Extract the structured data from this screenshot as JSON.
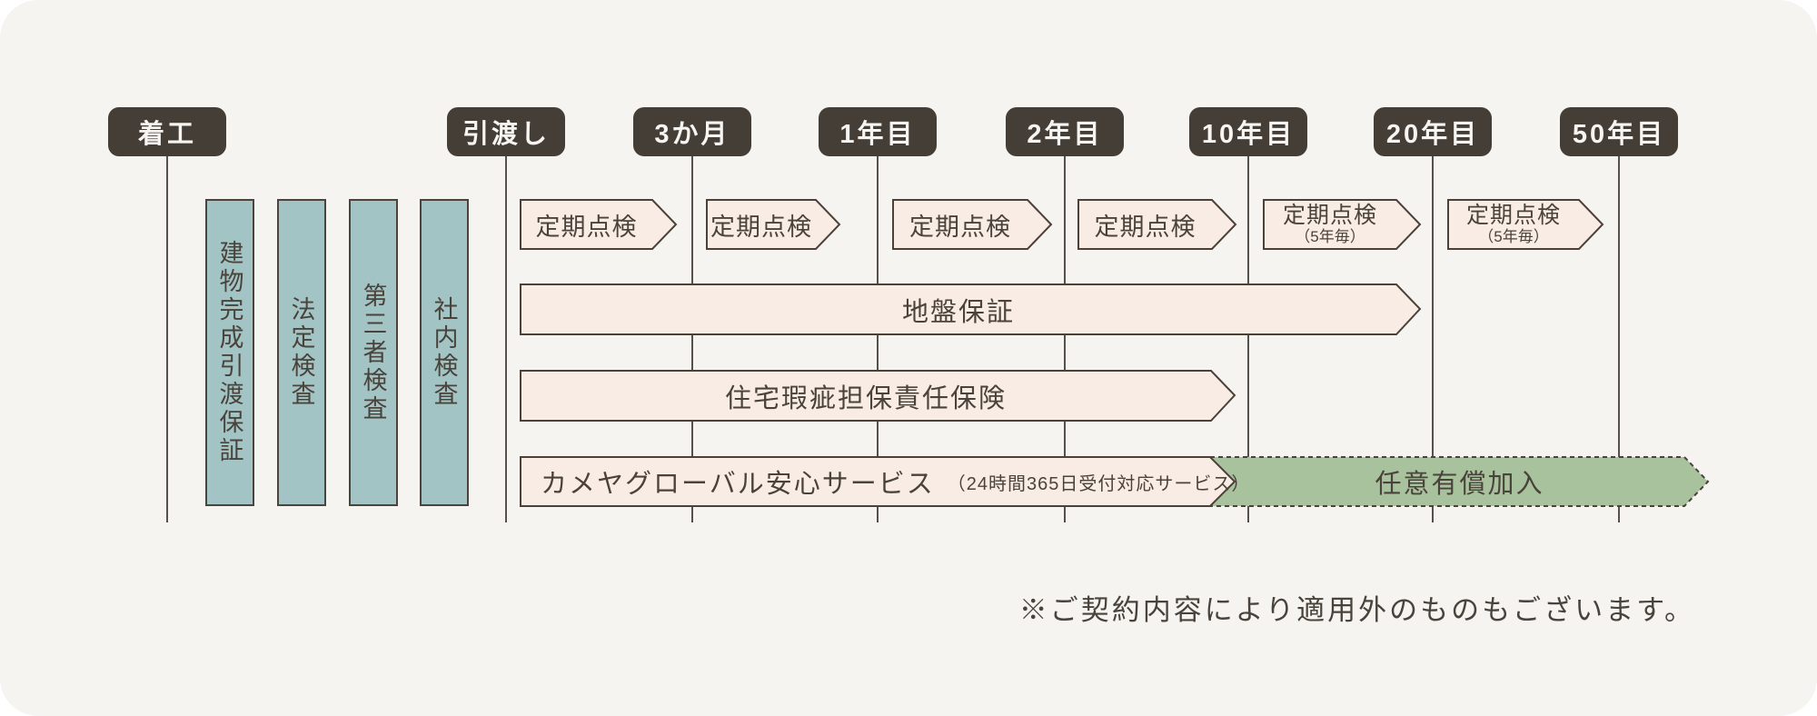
{
  "milestones": [
    {
      "label": "着工"
    },
    {
      "label": "引渡し"
    },
    {
      "label": "3か月"
    },
    {
      "label": "1年目"
    },
    {
      "label": "2年目"
    },
    {
      "label": "10年目"
    },
    {
      "label": "20年目"
    },
    {
      "label": "50年目"
    }
  ],
  "inspection_bars": [
    {
      "label": "建物完成引渡保証"
    },
    {
      "label": "法定検査"
    },
    {
      "label": "第三者検査"
    },
    {
      "label": "社内検査"
    }
  ],
  "periodic_inspections": [
    {
      "label": "定期点検",
      "sublabel": ""
    },
    {
      "label": "定期点検",
      "sublabel": ""
    },
    {
      "label": "定期点検",
      "sublabel": ""
    },
    {
      "label": "定期点検",
      "sublabel": ""
    },
    {
      "label": "定期点検",
      "sublabel": "（5年毎）"
    },
    {
      "label": "定期点検",
      "sublabel": "（5年毎）"
    }
  ],
  "bands": {
    "ground_warranty": {
      "label": "地盤保証"
    },
    "defect_insurance": {
      "label": "住宅瑕疵担保責任保険"
    },
    "anshin_service": {
      "label": "カメヤグローバル安心サービス",
      "sublabel": "（24時間365日受付対応サービス）"
    },
    "optional_paid": {
      "label": "任意有償加入"
    }
  },
  "footnote": "※ご契約内容により適用外のものもございます。",
  "colors": {
    "background": "#f5f4f1",
    "milestone_bg": "#453e37",
    "milestone_text": "#f7f5f2",
    "teal_bar": "#a3c4c5",
    "cream_band": "#f9ece4",
    "green_band": "#a9c29e",
    "border_dark": "#4b4138",
    "text_dark": "#4a433b",
    "timeline_line": "#56514b"
  }
}
